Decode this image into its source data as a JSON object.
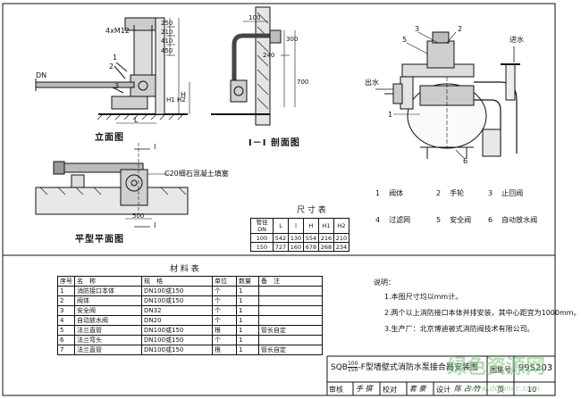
{
  "figure": {
    "title_prefix": "SQB",
    "title_fraction_top": "100",
    "title_fraction_bottom": "150",
    "title_main": "-F型墙壁式消防水泵接合器安装图",
    "atlas_label": "图集号",
    "atlas_no": "99S203",
    "page_label": "页",
    "page_no": "10",
    "review_label": "审核",
    "review_sig": "手 撰",
    "check_label": "校对",
    "check_sig": "套 豪",
    "design_label": "设计",
    "design_sig": "陈 占 竹"
  },
  "views": {
    "elevation_label": "立面图",
    "section_label": "I－I 剖面图",
    "plan_label": "平型平面图",
    "concrete_note": "C20细石混凝土填塞",
    "dn_label": "DN",
    "bolt_label": "4xM12",
    "dim_250": "250",
    "dim_210": "210",
    "dim_410": "410",
    "dim_450": "450",
    "dim_300": "300",
    "dim_700": "700",
    "dim_500": "500",
    "dim_100": "100",
    "dim_240": "240",
    "label_l": "L",
    "label_h": "H",
    "label_h12": "H1 H2",
    "section_mark": "I",
    "inlet_label": "进水",
    "outlet_label": "出水"
  },
  "parts_legend": [
    {
      "no": "1",
      "name": "阀体"
    },
    {
      "no": "2",
      "name": "手轮"
    },
    {
      "no": "3",
      "name": "止回阀"
    },
    {
      "no": "4",
      "name": "过滤网"
    },
    {
      "no": "5",
      "name": "安全阀"
    },
    {
      "no": "6",
      "name": "自动放水阀"
    }
  ],
  "size_table": {
    "title": "尺 寸 表",
    "headers": [
      "管径 DN",
      "L",
      "l",
      "H",
      "H1",
      "H2"
    ],
    "rows": [
      [
        "100",
        "542",
        "130",
        "554",
        "216",
        "210"
      ],
      [
        "150",
        "727",
        "160",
        "678",
        "268",
        "234"
      ]
    ]
  },
  "material_table": {
    "title": "材 料 表",
    "headers": [
      "序号",
      "名　称",
      "规　格",
      "单位",
      "数量",
      "备　注"
    ],
    "rows": [
      [
        "1",
        "消防接口本体",
        "DN100或150",
        "个",
        "1",
        ""
      ],
      [
        "2",
        "阀体",
        "DN100或150",
        "个",
        "1",
        ""
      ],
      [
        "3",
        "安全阀",
        "DN32",
        "个",
        "1",
        ""
      ],
      [
        "4",
        "自动放水阀",
        "DN20",
        "个",
        "1",
        ""
      ],
      [
        "5",
        "法兰直管",
        "DN100或150",
        "根",
        "1",
        "管长自定"
      ],
      [
        "6",
        "法兰弯头",
        "DN100或150",
        "个",
        "1",
        ""
      ],
      [
        "7",
        "法兰直管",
        "DN100或150",
        "根",
        "1",
        "管长自定"
      ]
    ]
  },
  "notes": {
    "title": "说明：",
    "items": [
      "1.本图尺寸均以mm计。",
      "2.两个以上消防接口本体并排安装，其中心距宜为1000mm。",
      "3.生产厂：北京博迪被式消防阀技术有限公司。"
    ]
  },
  "watermark": {
    "main": "绿色资源网",
    "sub": "www.downcc.com"
  }
}
